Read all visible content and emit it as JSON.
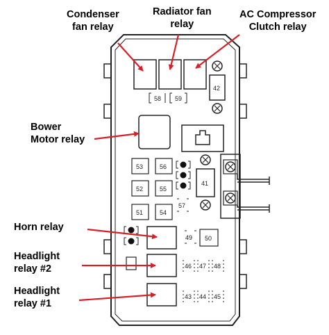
{
  "colors": {
    "arrow": "#d62027",
    "outline": "#222222",
    "background": "#ffffff"
  },
  "callouts": {
    "condenser_fan_relay": [
      "Condenser",
      "fan relay"
    ],
    "radiator_fan_relay": [
      "Radiator fan",
      "relay"
    ],
    "ac_compressor_clutch_relay": [
      "AC Compressor",
      "Clutch relay"
    ],
    "blower_motor_relay": [
      "Bower",
      "Motor relay"
    ],
    "horn_relay": [
      "Horn relay"
    ],
    "headlight_relay_2": [
      "Headlight",
      "relay #2"
    ],
    "headlight_relay_1": [
      "Headlight",
      "relay #1"
    ]
  },
  "fuses": {
    "f58": "58",
    "f59": "59",
    "f42": "42",
    "f41": "41",
    "f53": "53",
    "f56": "56",
    "f52": "52",
    "f55": "55",
    "f51": "51",
    "f54": "54",
    "f57": "57",
    "f49": "49",
    "f50": "50",
    "f46": "46",
    "f47": "47",
    "f48": "48",
    "f43": "43",
    "f44": "44",
    "f45": "45"
  }
}
